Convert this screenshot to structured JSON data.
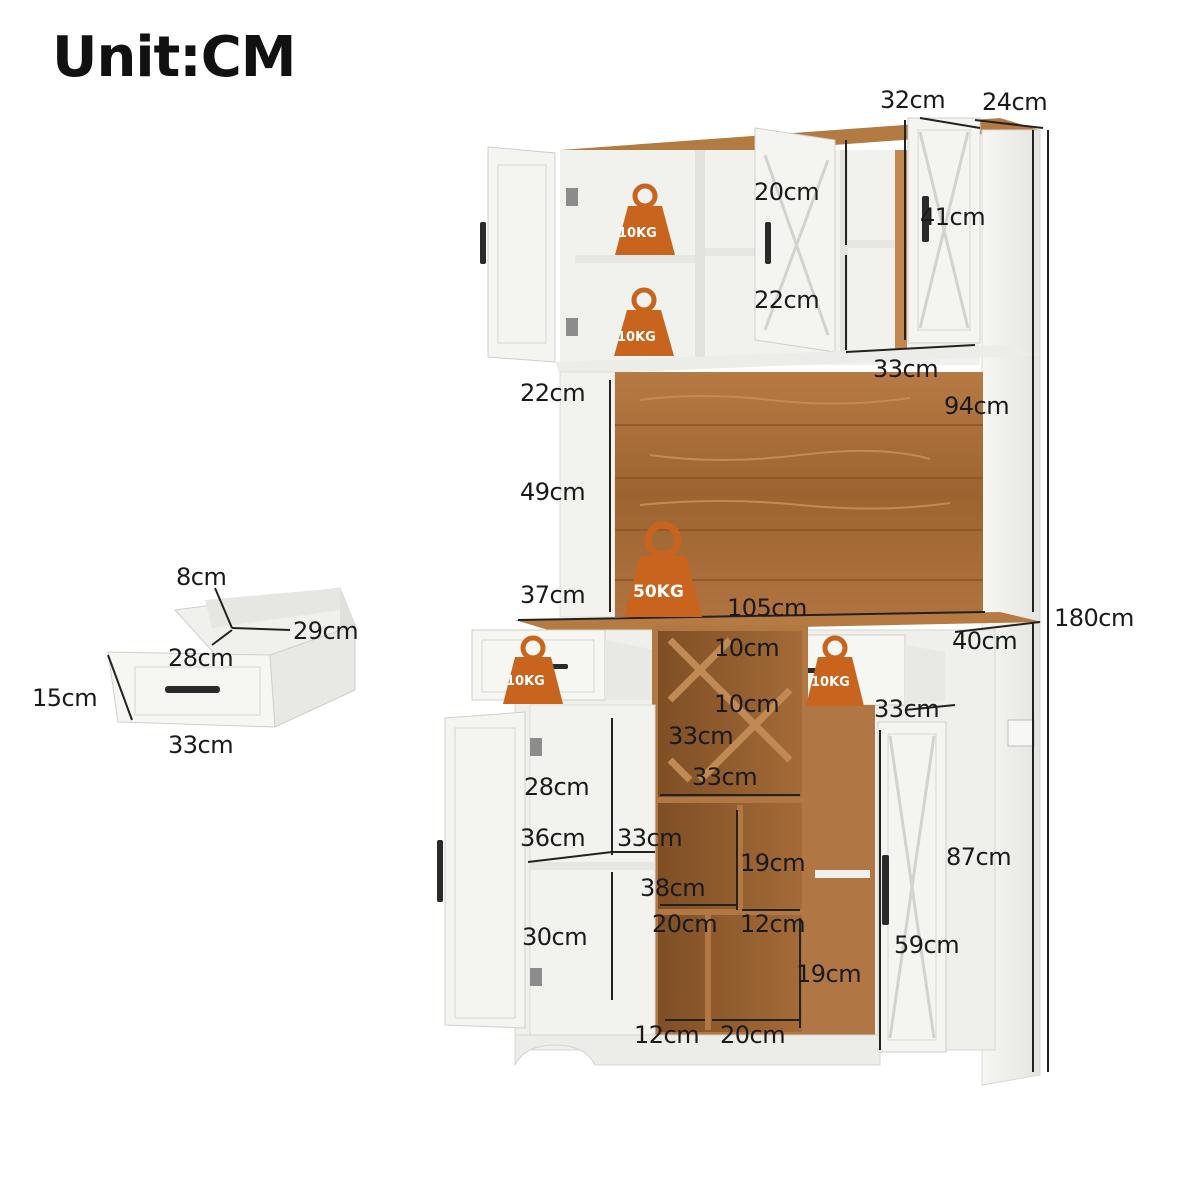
{
  "title": "Unit:CM",
  "dimensions": {
    "top_width_32": "32cm",
    "top_depth_24": "24cm",
    "upper_shelf_20": "20cm",
    "door_41": "41cm",
    "upper_shelf_22": "22cm",
    "upper_width_33": "33cm",
    "open_top_22": "22cm",
    "hutch_94": "94cm",
    "open_49": "49cm",
    "open_37": "37cm",
    "width_105": "105cm",
    "total_180": "180cm",
    "depth_40": "40cm",
    "wine_10a": "10cm",
    "wine_10b": "10cm",
    "drawer_open_33": "33cm",
    "wine_33a": "33cm",
    "wine_33b": "33cm",
    "cab_28": "28cm",
    "cab_36": "36cm",
    "cab_33": "33cm",
    "cube_19a": "19cm",
    "cube_38": "38cm",
    "lower_87": "87cm",
    "cube_20a": "20cm",
    "cube_12a": "12cm",
    "cab_30": "30cm",
    "door_59": "59cm",
    "cube_19b": "19cm",
    "cube_12b": "12cm",
    "cube_20b": "20cm"
  },
  "drawer_detail": {
    "height_8": "8cm",
    "depth_29": "29cm",
    "inner_28": "28cm",
    "front_15": "15cm",
    "width_33": "33cm"
  },
  "weights": {
    "upper_1": "10KG",
    "upper_2": "10KG",
    "open_shelf": "50KG",
    "drawer_left": "10KG",
    "drawer_right": "10KG"
  },
  "colors": {
    "white_panel": "#efefec",
    "wood": "#a86a35",
    "weight_badge": "#c8641e",
    "dimension_line": "#222222"
  }
}
